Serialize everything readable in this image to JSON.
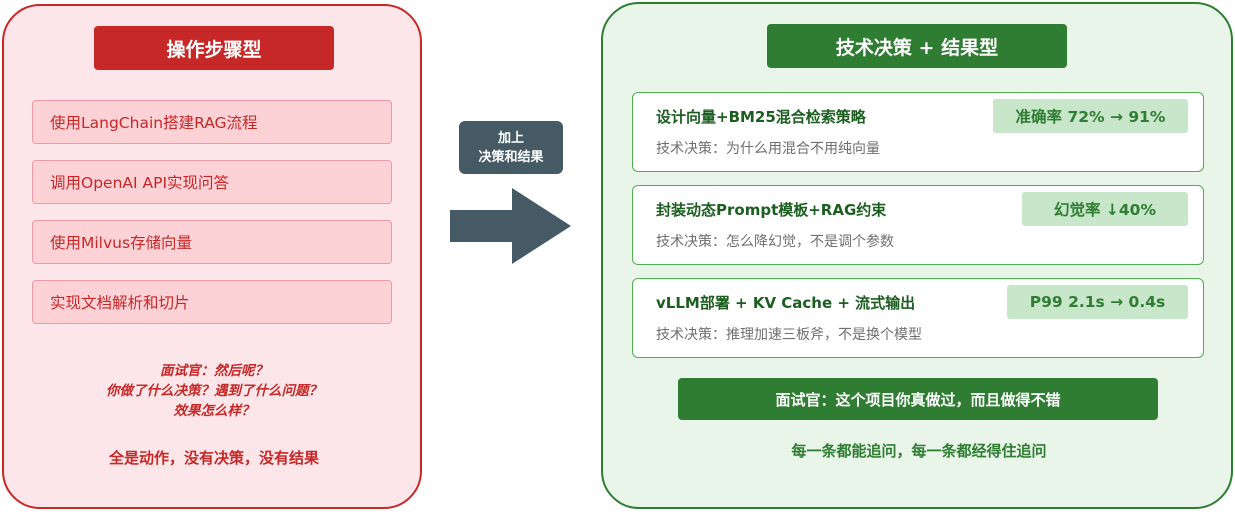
{
  "left": {
    "title": "操作步骤型",
    "steps": [
      "使用LangChain搭建RAG流程",
      "调用OpenAI API实现问答",
      "使用Milvus存储向量",
      "实现文档解析和切片"
    ],
    "question_lines": [
      "面试官：然后呢？",
      "你做了什么决策？遇到了什么问题？",
      "效果怎么样？"
    ],
    "verdict": "全是动作，没有决策，没有结果"
  },
  "arrow": {
    "label_lines": [
      "加上",
      "决策和结果"
    ]
  },
  "right": {
    "title": "技术决策 + 结果型",
    "decisions": [
      {
        "title": "设计向量+BM25混合检索策略",
        "note": "技术决策：为什么用混合不用纯向量",
        "metric": "准确率 72% → 91%"
      },
      {
        "title": "封装动态Prompt模板+RAG约束",
        "note": "技术决策：怎么降幻觉，不是调个参数",
        "metric": "幻觉率 ↓40%"
      },
      {
        "title": "vLLM部署 + KV Cache + 流式输出",
        "note": "技术决策：推理加速三板斧，不是换个模型",
        "metric": "P99 2.1s → 0.4s"
      }
    ],
    "interviewer": "面试官：这个项目你真做过，而且做得不错",
    "verdict": "每一条都能追问，每一条都经得住追问"
  },
  "colors": {
    "red_accent": "#c62828",
    "red_panel_bg": "#fde6e9",
    "red_step_bg": "#fcd2d7",
    "green_accent": "#2e7d32",
    "green_panel_bg": "#e9f5e8",
    "green_metric_bg": "#c8e6c9",
    "arrow_gray": "#455a64"
  }
}
